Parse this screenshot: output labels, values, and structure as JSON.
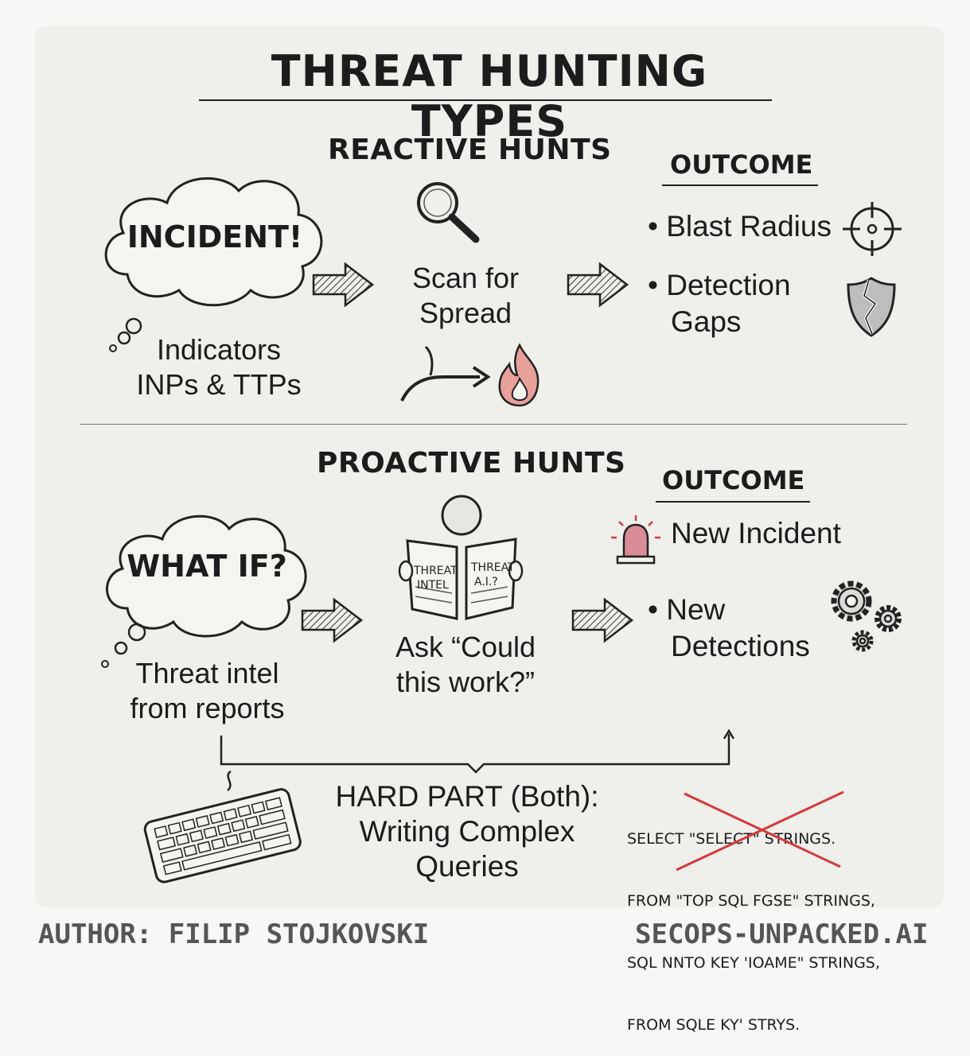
{
  "title": "THREAT HUNTING TYPES",
  "reactive": {
    "heading": "REACTIVE HUNTS",
    "cloud_text": "INCIDENT!",
    "under_cloud": [
      "Indicators",
      "INPs & TTPs"
    ],
    "step": [
      "Scan for",
      "Spread"
    ],
    "outcome_heading": "OUTCOME",
    "outcomes": [
      {
        "lines": [
          "Blast Radius"
        ],
        "icon": "crosshair-icon"
      },
      {
        "lines": [
          "Detection",
          "Gaps"
        ],
        "icon": "broken-shield-icon"
      }
    ]
  },
  "proactive": {
    "heading": "PROACTIVE HUNTS",
    "cloud_text": "WHAT IF?",
    "under_cloud": [
      "Threat intel",
      "from reports"
    ],
    "book_left": [
      "THREAT",
      "INTEL"
    ],
    "book_right": [
      "THREAT",
      "A.I.?"
    ],
    "step": [
      "Ask “Could",
      "this work?”"
    ],
    "outcome_heading": "OUTCOME",
    "outcomes": [
      {
        "lines": [
          "New Incident"
        ],
        "icon": "siren-icon"
      },
      {
        "lines": [
          "New",
          "Detections"
        ],
        "icon": "gears-icon"
      }
    ]
  },
  "hard_part": {
    "heading": "HARD PART (Both):",
    "lines": [
      "Writing Complex",
      "Queries"
    ]
  },
  "sql_lines": [
    "SELECT \"SELECT\" STRINGS.",
    "FROM \"TOP SQL FGSE\" STRINGS,",
    "SQL NNTO KEY 'IOAME\" STRINGS,",
    "FROM SQLE KY' STRYS."
  ],
  "footer": {
    "author": "AUTHOR: FILIP STOJKOVSKI",
    "site": "SECOPS-UNPACKED.AI"
  },
  "colors": {
    "ink": "#1c1c1c",
    "fire": "#e8a09a",
    "siren": "#d98c96",
    "cross_out": "#d43a3a"
  }
}
